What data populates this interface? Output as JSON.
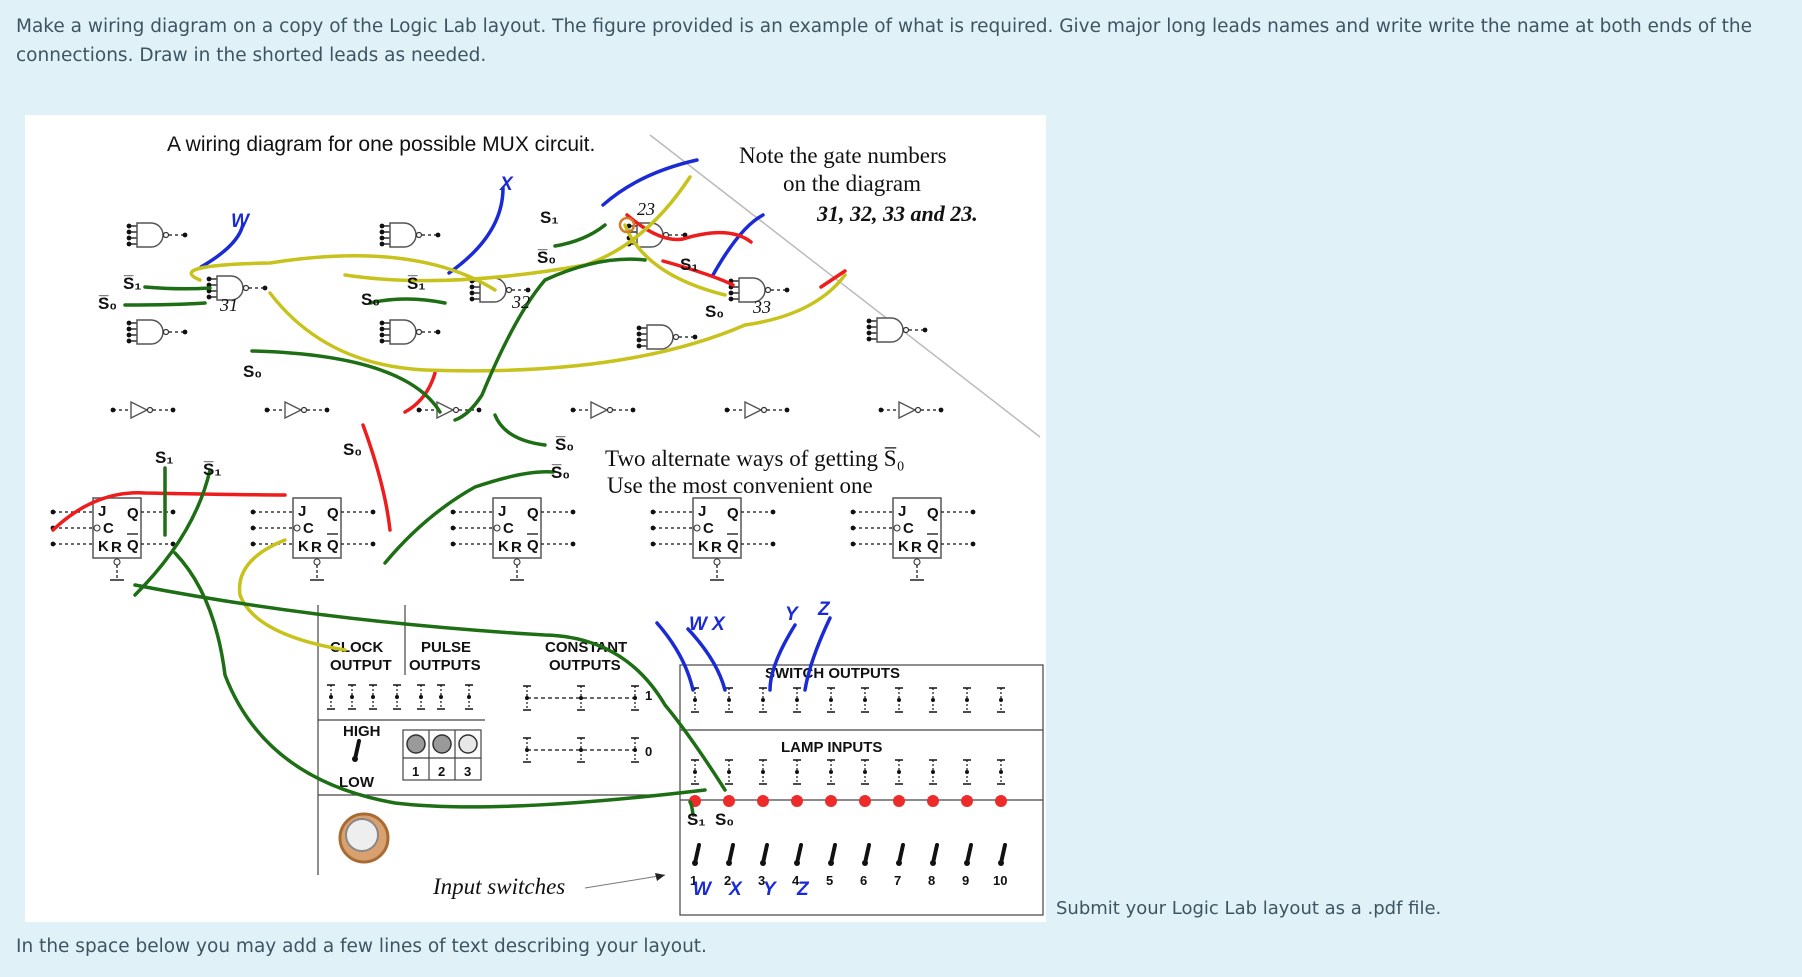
{
  "instructions": "Make a wiring diagram on a copy of the Logic Lab layout. The figure provided is an example of what is required. Give major long leads names and write write the name at both ends of the connections. Draw in the shorted leads as needed.",
  "figure": {
    "title": "A wiring diagram for one possible MUX circuit.",
    "note_line1": "Note the gate numbers",
    "note_line2": "on the diagram",
    "note_line3": "31, 32, 33 and 23.",
    "alt_line1": "Two alternate ways of getting S̅₀",
    "alt_line2": "Use the most convenient one",
    "gate_numbers": [
      "31",
      "32",
      "33",
      "23"
    ],
    "wire_labels": {
      "w": "W",
      "x": "X",
      "y": "Y",
      "z": "Z",
      "s1": "S₁",
      "s1_bar": "S̅₁",
      "s0": "S₀",
      "s0_bar": "S̅₀"
    },
    "panel": {
      "clock_output_1": "CLOCK",
      "clock_output_2": "OUTPUT",
      "pulse_outputs_1": "PULSE",
      "pulse_outputs_2": "OUTPUTS",
      "constant_outputs_1": "CONSTANT",
      "constant_outputs_2": "OUTPUTS",
      "const_high_value": "1",
      "const_low_value": "0",
      "high": "HIGH",
      "low": "LOW",
      "pulse_numbers": [
        "1",
        "2",
        "3"
      ],
      "switch_outputs": "SWITCH OUTPUTS",
      "lamp_inputs": "LAMP INPUTS",
      "input_switches": "Input switches",
      "switch_numbers": [
        "1",
        "2",
        "3",
        "4",
        "5",
        "6",
        "7",
        "8",
        "9",
        "10"
      ],
      "ff_labels": {
        "j": "J",
        "c": "C",
        "k": "K",
        "r": "R",
        "q": "Q",
        "q_bar": "Q̅"
      }
    },
    "colors": {
      "blue": "#1a2bd6",
      "green": "#1d6e14",
      "red": "#ee1c1c",
      "yellow": "#c8c21c",
      "lamp": "#ee2b2b"
    }
  },
  "submit_note": "Submit your Logic Lab layout as a .pdf file.",
  "bottom_note": "In the space below you may add a few lines of text describing your layout."
}
